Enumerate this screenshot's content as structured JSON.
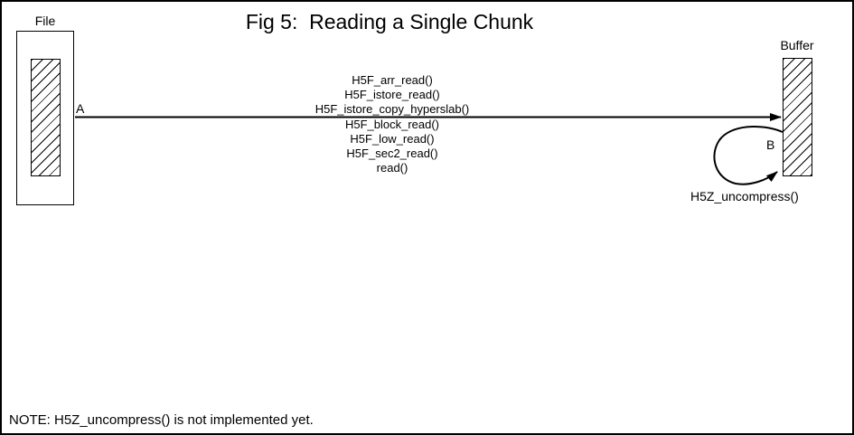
{
  "figure": {
    "title": "Fig 5:  Reading a Single Chunk",
    "note": "NOTE: H5Z_uncompress() is not implemented yet."
  },
  "file": {
    "label": "File"
  },
  "buffer": {
    "label": "Buffer"
  },
  "arrow_a": {
    "label": "A",
    "functions": [
      "H5F_arr_read()",
      "H5F_istore_read()",
      "H5F_istore_copy_hyperslab()",
      "H5F_block_read()",
      "H5F_low_read()",
      "H5F_sec2_read()",
      "read()"
    ]
  },
  "arrow_b": {
    "label": "B",
    "function": "H5Z_uncompress()"
  },
  "colors": {
    "ink": "#000000",
    "background": "#ffffff"
  }
}
